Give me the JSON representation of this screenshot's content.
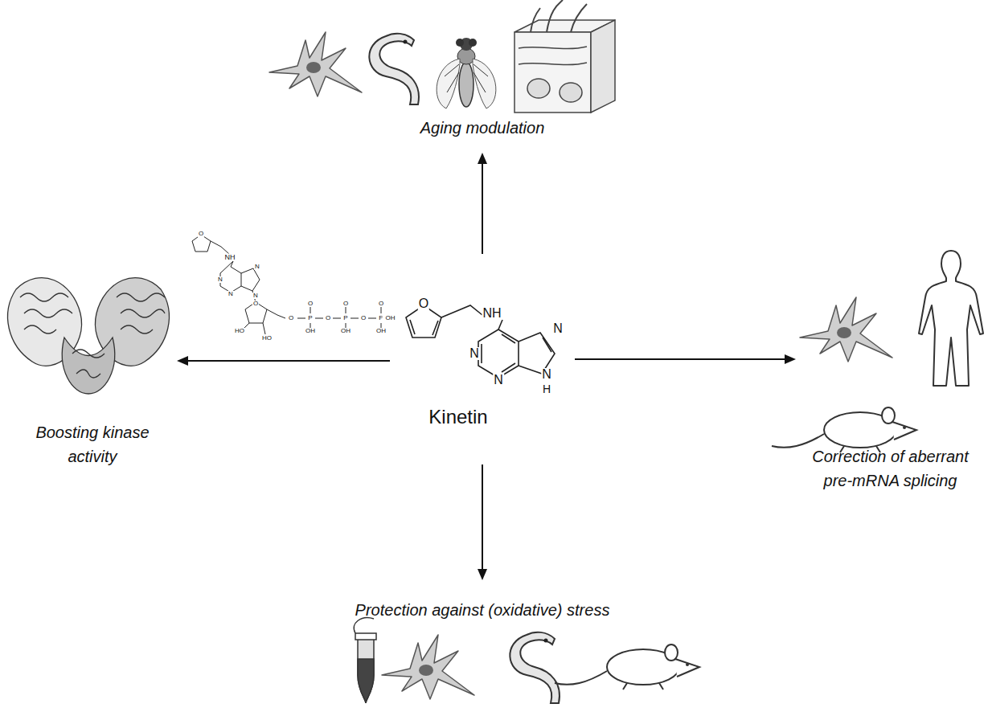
{
  "diagram": {
    "nodes": [
      {
        "text": [
          "Kinetin"
        ]
      },
      {
        "text": [
          "Aging modulation"
        ]
      },
      {
        "text": [
          "Boosting kinase activity"
        ]
      },
      {
        "text": [
          "Correction of aberrant pre-mRNA splicing"
        ]
      },
      {
        "text": [
          "Protection against (oxidative) stress"
        ]
      }
    ],
    "edges": [
      {
        "from": 0,
        "to": 1,
        "arrow": "to"
      },
      {
        "from": 0,
        "to": 2,
        "arrow": "to"
      },
      {
        "from": 0,
        "to": 3,
        "arrow": "to"
      },
      {
        "from": 0,
        "to": 4,
        "arrow": "to"
      }
    ],
    "labels": [
      "O",
      "NH",
      "N",
      "N",
      "N",
      "N",
      "H",
      "O",
      "NH",
      "N",
      "N",
      "N",
      "N",
      "O",
      "HO",
      "HO",
      "O",
      "P",
      "O",
      "P",
      "O",
      "P",
      "OH",
      "O",
      "O",
      "O",
      "OH",
      "OH",
      "OH"
    ]
  }
}
